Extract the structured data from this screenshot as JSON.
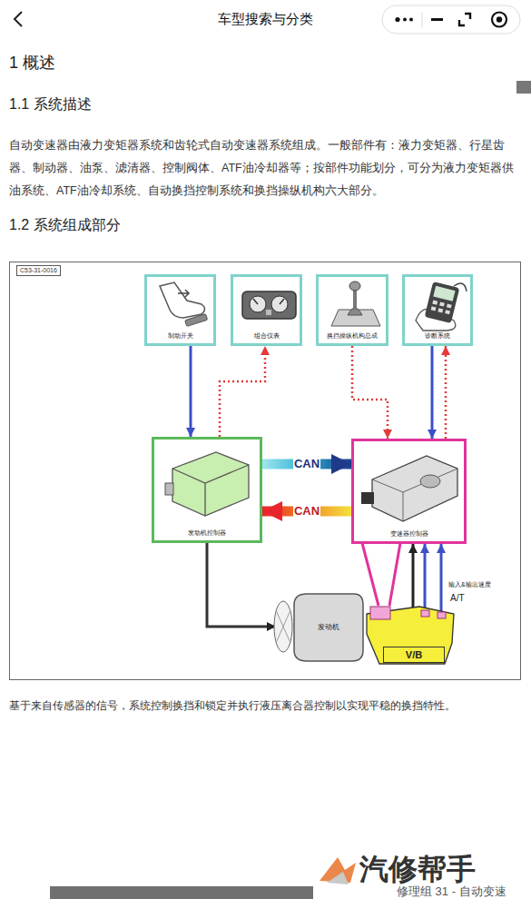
{
  "diagram": {
    "title": "车型搜索与分类",
    "nodes": [
      {
        "text": [
          "制动开关"
        ]
      },
      {
        "text": [
          "组合仪表"
        ]
      },
      {
        "text": [
          "换挡操纵机构总成"
        ]
      },
      {
        "text": [
          "诊断系统"
        ]
      },
      {
        "text": [
          "发动机控制器"
        ]
      },
      {
        "text": [
          "变速器控制器"
        ]
      },
      {
        "text": [
          "发动机"
        ]
      },
      {
        "text": [
          "A/T"
        ]
      },
      {
        "text": [
          "V/B"
        ],
        "in": 7
      }
    ],
    "edges": [
      {
        "from": 0,
        "to": 4,
        "arrow": "to"
      },
      {
        "from": 4,
        "to": 1,
        "arrow": "to"
      },
      {
        "from": 2,
        "to": 5,
        "arrow": "to"
      },
      {
        "from": 3,
        "to": 5,
        "arrow": "to"
      },
      {
        "from": 5,
        "to": 3,
        "arrow": "to"
      },
      {
        "from": 4,
        "to": 5,
        "label": "CAN",
        "arrow": "to"
      },
      {
        "from": 5,
        "to": 4,
        "label": "CAN",
        "arrow": "to"
      },
      {
        "from": 4,
        "to": 6,
        "arrow": "to"
      },
      {
        "from": 8,
        "to": 5,
        "arrow": "both"
      },
      {
        "from": 7,
        "to": 5,
        "label": "输入&输出速度",
        "arrow": "to"
      }
    ],
    "labels": [
      "1 概述",
      "1.1 系统描述",
      "自动变速器由液力变矩器系统和齿轮式自动变速器系统组成。一般部件有：液力变矩器、行星齿器、制动器、油泵、滤清器、控制阀体、ATF油冷却器等；按部件功能划分，可分为液力变矩器供油系统、ATF油冷却系统、自动换挡控制系统和换挡操纵机构六大部分。",
      "1.2 系统组成部分",
      "C53-31-0016",
      "基于来自传感器的信号，系统控制换挡和锁定并执行液压离合器控制以实现平稳的换挡特性。",
      "汽修帮手",
      "修理组 31 - 自动变速"
    ]
  }
}
